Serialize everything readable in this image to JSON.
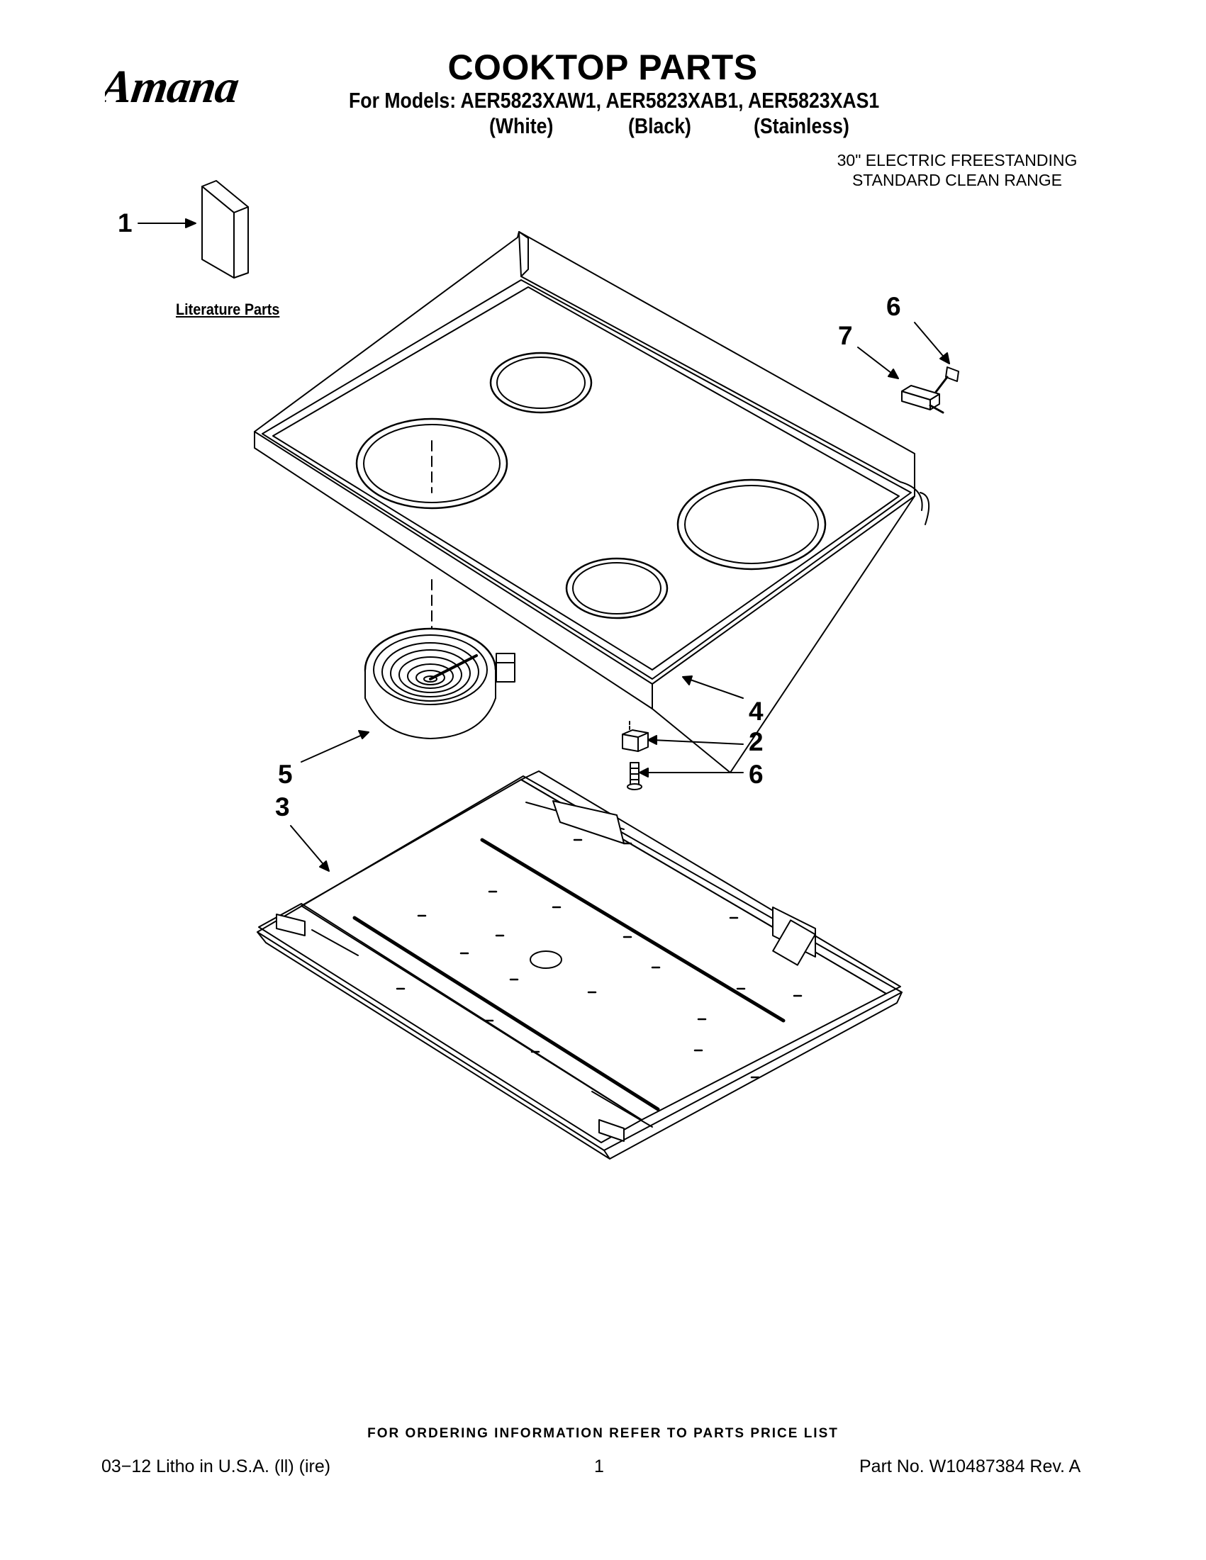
{
  "brand": "Amana",
  "title": "COOKTOP PARTS",
  "models_line": "For Models: AER5823XAW1, AER5823XAB1, AER5823XAS1",
  "variants": [
    "(White)",
    "(Black)",
    "(Stainless)"
  ],
  "range_type": [
    "30\" ELECTRIC FREESTANDING",
    "STANDARD CLEAN RANGE"
  ],
  "literature_label": "Literature Parts",
  "callouts": {
    "literature": "1",
    "hinge_clip": "2",
    "burner_box": "3",
    "cooktop": "4",
    "element": "5",
    "screw_top": "6",
    "screw_bottom": "6",
    "bracket": "7"
  },
  "ordering_note": "FOR ORDERING INFORMATION REFER TO PARTS PRICE LIST",
  "footer": {
    "litho": "03−12 Litho in U.S.A. (ll) (ire)",
    "page": "1",
    "part_no": "Part No. W10487384 Rev. A"
  }
}
